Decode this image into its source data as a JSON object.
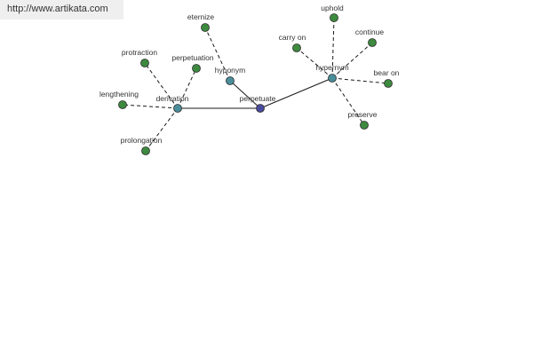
{
  "banner": {
    "url_text": "http://www.artikata.com"
  },
  "colors": {
    "center": "#4a4a9c",
    "relation": "#4a8e9a",
    "term": "#3d8a3f",
    "banner_bg": "#efefef"
  },
  "graph": {
    "center": {
      "id": "perpetuate",
      "label": "perpetuate"
    },
    "relations": [
      {
        "id": "derivation",
        "label": "derivation",
        "terms": [
          {
            "id": "protraction",
            "label": "protraction"
          },
          {
            "id": "perpetuation",
            "label": "perpetuation"
          },
          {
            "id": "lengthening",
            "label": "lengthening"
          },
          {
            "id": "prolongation",
            "label": "prolongation"
          }
        ]
      },
      {
        "id": "hyponym",
        "label": "hyponym",
        "terms": [
          {
            "id": "eternize",
            "label": "eternize"
          }
        ]
      },
      {
        "id": "hypernym",
        "label": "hypernym",
        "terms": [
          {
            "id": "uphold",
            "label": "uphold"
          },
          {
            "id": "carry-on",
            "label": "carry on"
          },
          {
            "id": "continue",
            "label": "continue"
          },
          {
            "id": "bear-on",
            "label": "bear on"
          },
          {
            "id": "preserve",
            "label": "preserve"
          }
        ]
      }
    ]
  }
}
